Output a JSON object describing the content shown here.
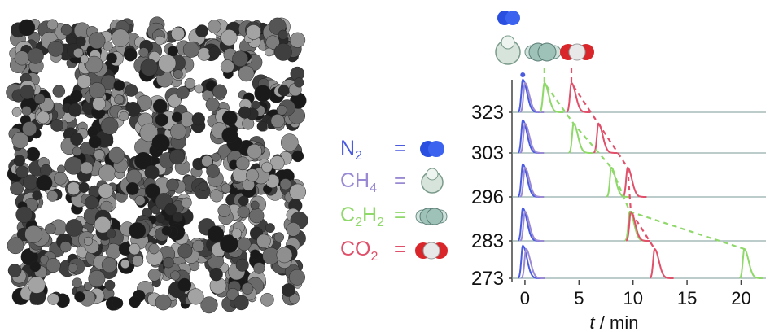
{
  "chart_data": {
    "type": "line",
    "title": "",
    "xlabel": "t / min",
    "xlabel_var": "t",
    "xlabel_unit": "/ min",
    "ylabel": "",
    "xlim": [
      -1.2,
      22.3
    ],
    "x_ticks": [
      0,
      5,
      10,
      15,
      20
    ],
    "y_categories": [
      "323",
      "303",
      "296",
      "283",
      "273"
    ],
    "series": [
      {
        "name": "N2",
        "formula": "N",
        "sub": "2",
        "color": "#4a5be0",
        "peaks": [
          -0.2,
          -0.2,
          -0.2,
          -0.2,
          -0.2
        ]
      },
      {
        "name": "CH4",
        "formula": "CH",
        "sub": "4",
        "color": "#9a8ad4",
        "peaks": [
          0.0,
          0.0,
          0.0,
          0.0,
          0.1
        ]
      },
      {
        "name": "C2H2",
        "formula": "C",
        "sub": "2",
        "formula2": "H",
        "sub2": "2",
        "color": "#8fd86a",
        "peaks": [
          1.8,
          4.5,
          8.0,
          9.7,
          20.3
        ]
      },
      {
        "name": "CO2",
        "formula": "CO",
        "sub": "2",
        "color": "#e0506a",
        "peaks": [
          4.3,
          6.8,
          9.5,
          9.8,
          12.0
        ]
      }
    ],
    "grid": false
  },
  "legend": {
    "equals": "="
  }
}
